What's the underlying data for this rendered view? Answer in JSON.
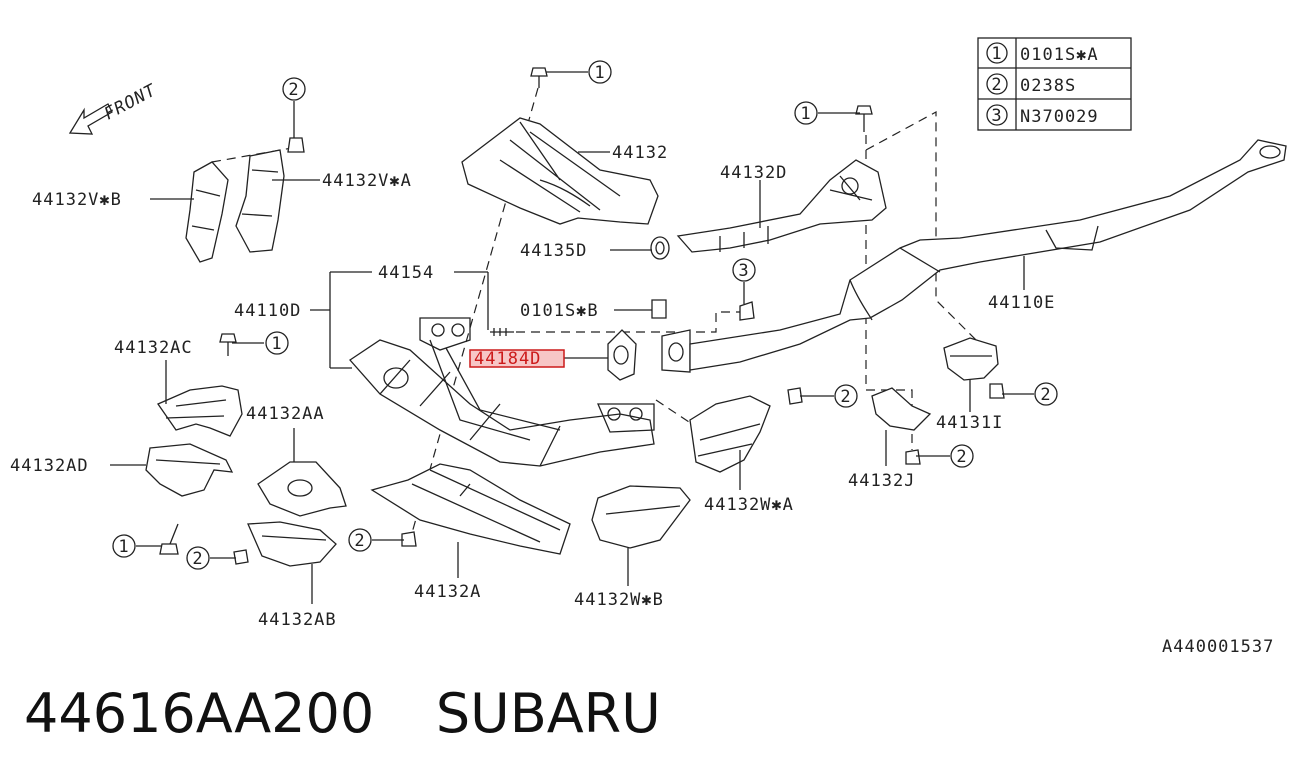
{
  "diagram": {
    "front_label": "FRONT",
    "figure_code": "A440001537",
    "legend": [
      {
        "num": "1",
        "code": "0101S✱A"
      },
      {
        "num": "2",
        "code": "0238S"
      },
      {
        "num": "3",
        "code": "N370029"
      }
    ],
    "callouts": {
      "c44132": "44132",
      "c44132VB": "44132V✱B",
      "c44132VA": "44132V✱A",
      "c44132D": "44132D",
      "c44135D": "44135D",
      "c44154": "44154",
      "c44110D": "44110D",
      "c0101SB": "0101S✱B",
      "c44110E": "44110E",
      "c44132AC": "44132AC",
      "c44184D": "44184D",
      "c44132AA": "44132AA",
      "c44132AD": "44132AD",
      "c44131I": "44131I",
      "c44132J": "44132J",
      "c44132WA": "44132W✱A",
      "c44132A": "44132A",
      "c44132WB": "44132W✱B",
      "c44132AB": "44132AB"
    },
    "circles": {
      "n1a": "1",
      "n1b": "1",
      "n1c": "1",
      "n1d": "1",
      "n2a": "2",
      "n2b": "2",
      "n2c": "2",
      "n2d": "2",
      "n2e": "2",
      "n2f": "2",
      "n3a": "3"
    },
    "colors": {
      "highlight_fill": "#f7c6c6",
      "highlight_stroke": "#cc1a1a"
    }
  },
  "footer": {
    "part_number": "44616AA200",
    "brand": "SUBARU"
  }
}
